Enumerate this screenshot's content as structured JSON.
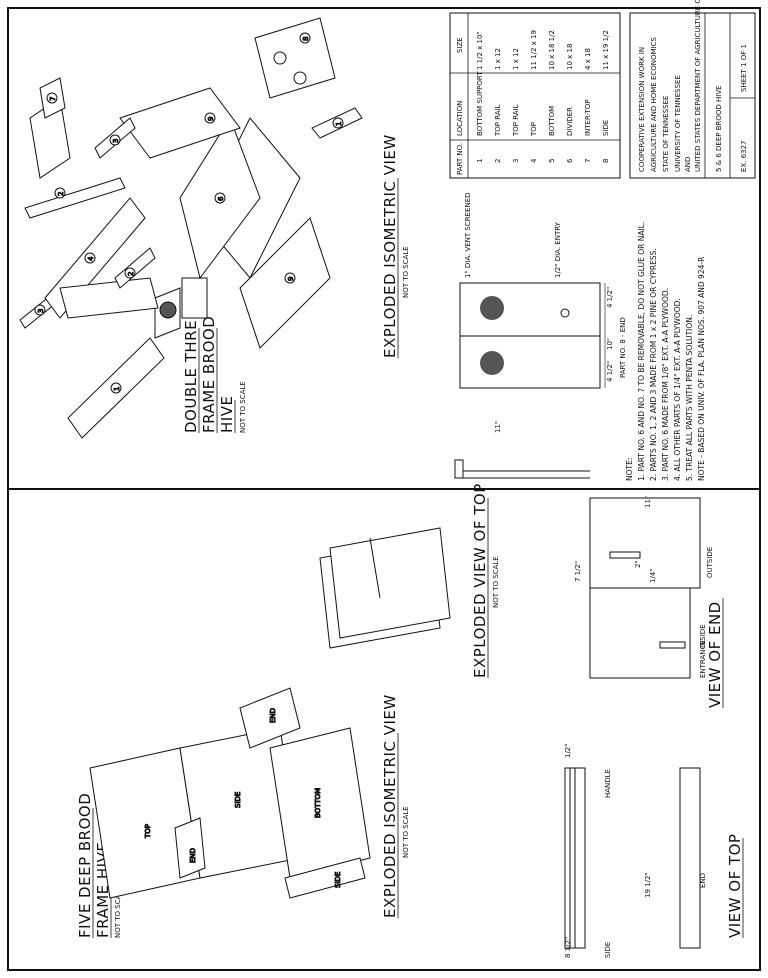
{
  "left_panel": {
    "title_lines": [
      "DOUBLE THREE",
      "FRAME BROOD",
      "HIVE"
    ],
    "title_note": "NOT TO SCALE",
    "exploded_view_title": "EXPLODED ISOMETRIC VIEW",
    "exploded_view_note": "NOT TO SCALE",
    "part_numbers": [
      "1",
      "2",
      "3",
      "4",
      "5",
      "6",
      "7",
      "8",
      "9"
    ],
    "end_detail": {
      "caption": "PART NO. 8 - END",
      "vent_label": "1\" DIA. VENT SCREENED",
      "entry_label": "1/2\" DIA. ENTRY",
      "dim_width": "10\"",
      "dim_left": "4 1/2\"",
      "dim_right": "4 1/2\"",
      "dim_11": "11\""
    },
    "parts_table": {
      "headers": [
        "PART NO.",
        "LOCATION",
        "SIZE"
      ],
      "rows": [
        [
          "1",
          "BOTTOM SUPPORT",
          "1 1/2 x 10\""
        ],
        [
          "2",
          "TOP RAIL",
          "1 x 12"
        ],
        [
          "3",
          "TOP RAIL",
          "1 x 12"
        ],
        [
          "4",
          "TOP",
          "11 1/2 x 19"
        ],
        [
          "5",
          "BOTTOM",
          "10 x 18 1/2"
        ],
        [
          "6",
          "DIVIDER",
          "10 x 18"
        ],
        [
          "7",
          "INTER-TOP",
          "4 x 18"
        ],
        [
          "8",
          "SIDE",
          "11 x 19 1/2"
        ]
      ]
    },
    "notes_title": "NOTE:",
    "notes": [
      "1. PART NO. 6 AND NO. 7 TO BE REMOVABLE, DO NOT GLUE OR NAIL.",
      "2. PARTS NO. 1, 2 AND 3 MADE FROM 1 x 2 PINE OR CYPRESS.",
      "3. PART NO. 6 MADE FROM 1/8\" EXT. A-A PLYWOOD.",
      "4. ALL OTHER PARTS OF 1/4\" EXT. A-A PLYWOOD.",
      "5. TREAT ALL PARTS WITH PENTA SOLUTION.",
      "NOTE - BASED ON UNIV. OF FLA. PLAN NOS. 907 AND 924-R"
    ]
  },
  "title_block": {
    "line1": "COOPERATIVE EXTENSION WORK IN",
    "line2": "AGRICULTURE AND HOME ECONOMICS",
    "line3": "STATE OF TENNESSEE",
    "line4": "UNIVERSITY OF TENNESSEE",
    "line5": "AND",
    "line6": "UNITED STATES DEPARTMENT OF AGRICULTURE COOPERATING",
    "drawing_title": "5 & 6 DEEP BROOD HIVE",
    "drawing_number": "EX. 6327",
    "sheet": "SHEET 1 OF 1"
  },
  "right_panel": {
    "title_lines": [
      "FIVE DEEP BROOD",
      "FRAME HIVE"
    ],
    "title_note": "NOT TO SCALE",
    "exploded_view_title": "EXPLODED ISOMETRIC VIEW",
    "exploded_view_note": "NOT TO SCALE",
    "exploded_top_title": "EXPLODED VIEW OF TOP",
    "exploded_top_note": "NOT TO SCALE",
    "part_labels": [
      "TOP",
      "SIDE",
      "BOTTOM",
      "SIDE",
      "END",
      "END"
    ],
    "view_of_end": {
      "title": "VIEW OF END",
      "outside": "OUTSIDE",
      "inside": "INSIDE",
      "entrance": "ENTRANCE",
      "dim_11": "11\"",
      "dim_7": "7 1/2\"",
      "dim_2": "2\"",
      "dim_quarter": "1/4\""
    },
    "view_of_top": {
      "title": "VIEW OF TOP",
      "side": "SIDE",
      "end": "END",
      "handle": "HANDLE",
      "dim_19": "19 1/2\"",
      "dim_8": "8 1/2\"",
      "dim_side": "1/2\""
    }
  }
}
